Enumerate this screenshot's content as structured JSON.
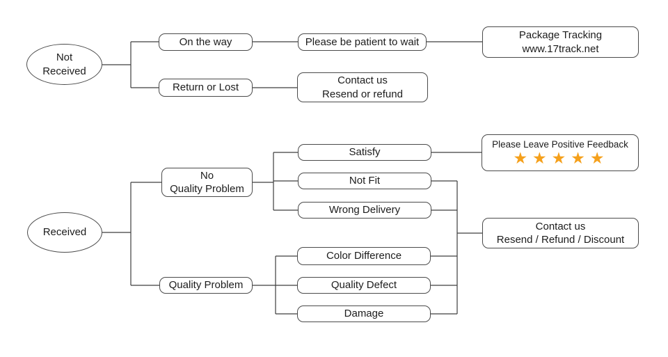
{
  "flowchart": {
    "not_received_flow": {
      "root": {
        "line1": "Not",
        "line2": "Received"
      },
      "on_the_way": {
        "label": "On the way"
      },
      "be_patient": {
        "label": "Please be patient to wait"
      },
      "package_tracking": {
        "line1": "Package Tracking",
        "line2": "www.17track.net"
      },
      "return_or_lost": {
        "label": "Return or Lost"
      },
      "contact_us": {
        "line1": "Contact us",
        "line2": "Resend or refund"
      }
    },
    "received_flow": {
      "root": {
        "label": "Received"
      },
      "no_quality_problem": {
        "line1": "No",
        "line2": "Quality Problem"
      },
      "satisfy": {
        "label": "Satisfy"
      },
      "positive_feedback": {
        "label": "Please Leave Positive Feedback",
        "stars": "★★★★★",
        "star_count": 5
      },
      "not_fit": {
        "label": "Not Fit"
      },
      "wrong_delivery": {
        "label": "Wrong Delivery"
      },
      "quality_problem": {
        "label": "Quality Problem"
      },
      "color_difference": {
        "label": "Color Difference"
      },
      "quality_defect": {
        "label": "Quality Defect"
      },
      "damage": {
        "label": "Damage"
      },
      "contact_us": {
        "line1": "Contact us",
        "line2": "Resend / Refund / Discount"
      }
    },
    "colors": {
      "star": "#F5A01B",
      "line": "#3d3d3d",
      "box_border": "#4a4a4a",
      "text": "#1c1c1c",
      "background": "#ffffff"
    }
  }
}
